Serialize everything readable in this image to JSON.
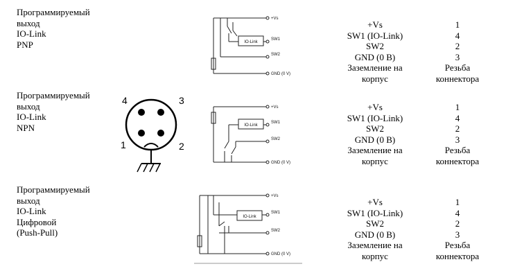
{
  "connector": {
    "pin_labels": [
      "4",
      "3",
      "1",
      "2"
    ]
  },
  "rows": [
    {
      "desc": [
        "Программируемый",
        "выход",
        "IO-Link",
        "PNP"
      ],
      "diagram": {
        "vs": "+Vs",
        "sw1": "SW1",
        "sw2": "SW2",
        "gnd": "GND (0 V)",
        "iolink": "IO-Link"
      },
      "signals": [
        "+Vs",
        "SW1 (IO-Link)",
        "SW2",
        "GND (0 В)",
        "Заземление на",
        "корпус"
      ],
      "pins": [
        "1",
        "4",
        "2",
        "3",
        "Резьба",
        "коннектора"
      ]
    },
    {
      "desc": [
        "Программируемый",
        "выход",
        "IO-Link",
        "NPN"
      ],
      "diagram": {
        "vs": "+Vs",
        "sw1": "SW1",
        "sw2": "SW2",
        "gnd": "GND (0 V)",
        "iolink": "IO-Link"
      },
      "signals": [
        "+Vs",
        "SW1 (IO-Link)",
        "SW2",
        "GND (0 В)",
        "Заземление на",
        "корпус"
      ],
      "pins": [
        "1",
        "4",
        "2",
        "3",
        "Резьба",
        "коннектора"
      ]
    },
    {
      "desc": [
        "Программируемый",
        "выход",
        "IO-Link",
        "Цифровой",
        "(Push-Pull)"
      ],
      "diagram": {
        "vs": "+Vs",
        "sw1": "SW1",
        "sw2": "SW2",
        "gnd": "GND (0 V)",
        "iolink": "IO-Link"
      },
      "signals": [
        "+Vs",
        "SW1 (IO-Link)",
        "SW2",
        "GND (0 В)",
        "Заземление на",
        "корпус"
      ],
      "pins": [
        "1",
        "4",
        "2",
        "3",
        "Резьба",
        "коннектора"
      ]
    }
  ]
}
